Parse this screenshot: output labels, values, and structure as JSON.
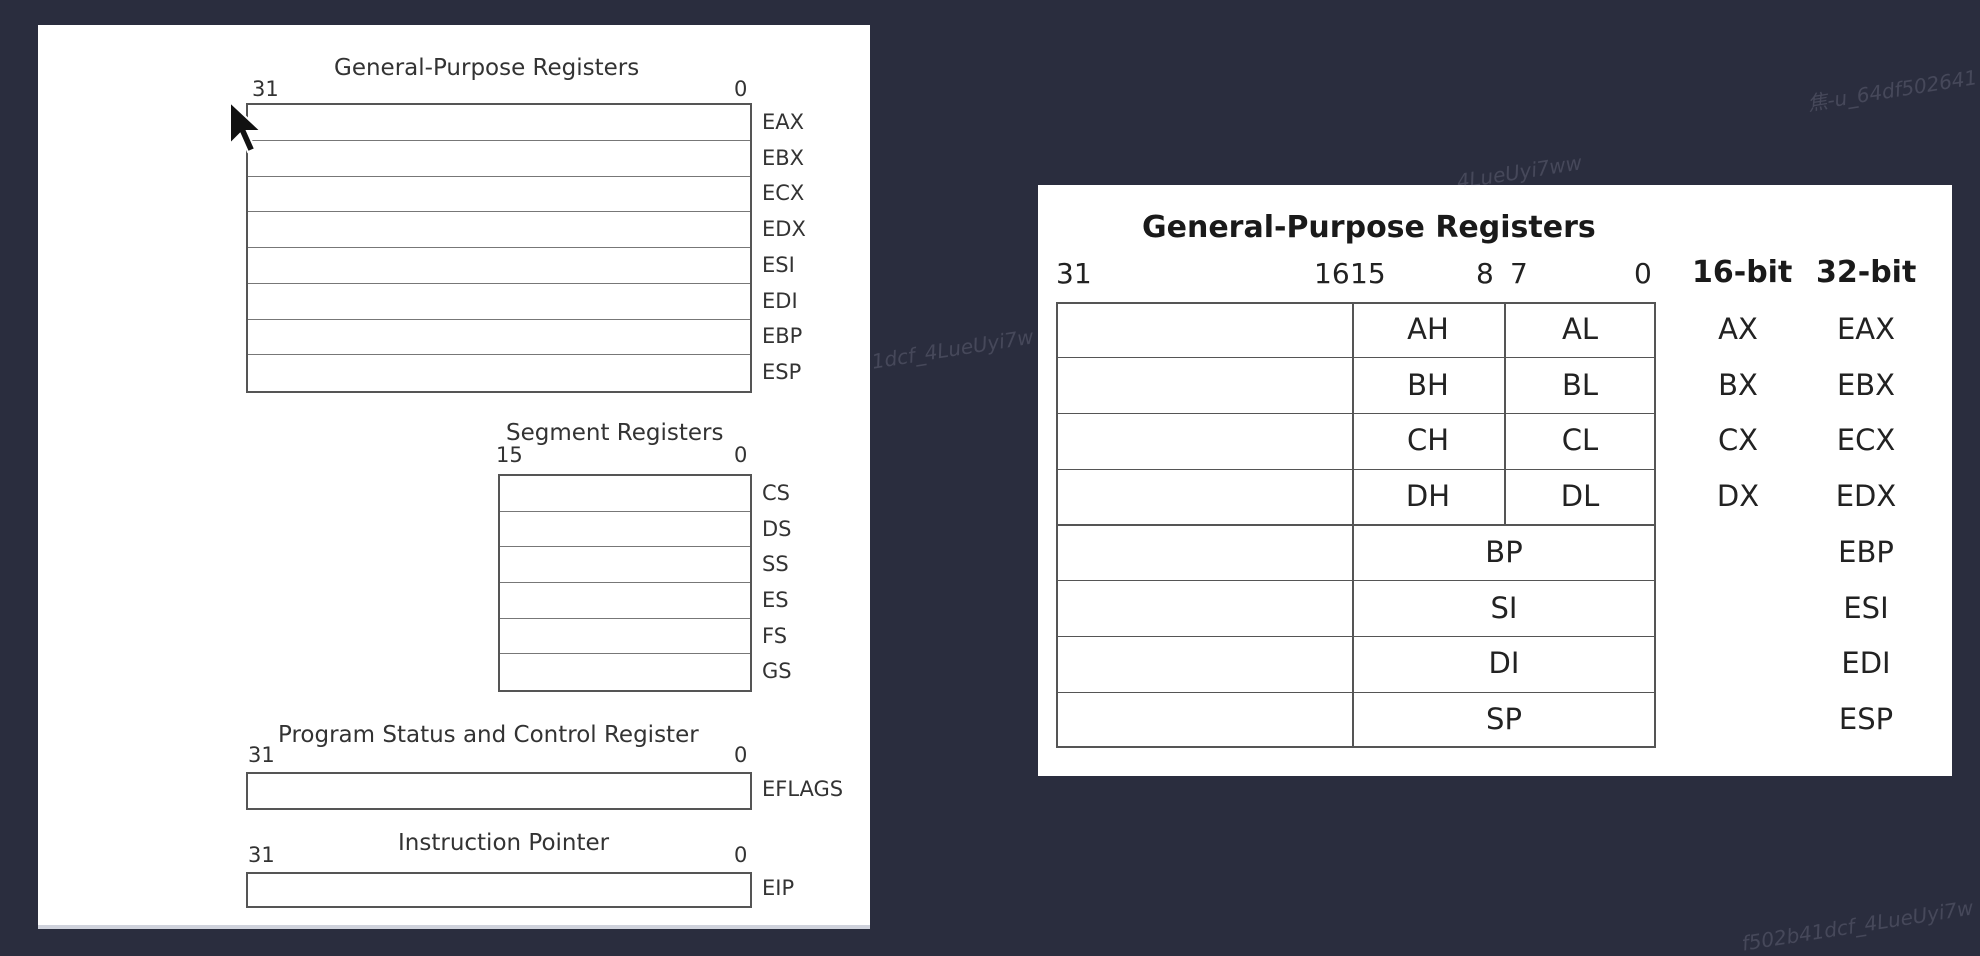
{
  "left": {
    "gp": {
      "title": "General-Purpose Registers",
      "bit_hi": "31",
      "bit_lo": "0",
      "registers": [
        "EAX",
        "EBX",
        "ECX",
        "EDX",
        "ESI",
        "EDI",
        "EBP",
        "ESP"
      ]
    },
    "seg": {
      "title": "Segment Registers",
      "bit_hi": "15",
      "bit_lo": "0",
      "registers": [
        "CS",
        "DS",
        "SS",
        "ES",
        "FS",
        "GS"
      ]
    },
    "flags": {
      "title": "Program Status and Control Register",
      "bit_hi": "31",
      "bit_lo": "0",
      "register": "EFLAGS"
    },
    "ip": {
      "title": "Instruction Pointer",
      "bit_hi": "31",
      "bit_lo": "0",
      "register": "EIP"
    }
  },
  "right": {
    "title": "General-Purpose Registers",
    "bits": [
      "31",
      "16",
      "15",
      "8",
      "7",
      "0"
    ],
    "col16": "16-bit",
    "col32": "32-bit",
    "split_rows": [
      {
        "hi": "AH",
        "lo": "AL",
        "r16": "AX",
        "r32": "EAX"
      },
      {
        "hi": "BH",
        "lo": "BL",
        "r16": "BX",
        "r32": "EBX"
      },
      {
        "hi": "CH",
        "lo": "CL",
        "r16": "CX",
        "r32": "ECX"
      },
      {
        "hi": "DH",
        "lo": "DL",
        "r16": "DX",
        "r32": "EDX"
      }
    ],
    "full_rows": [
      {
        "r16": "BP",
        "r32": "EBP"
      },
      {
        "r16": "SI",
        "r32": "ESI"
      },
      {
        "r16": "DI",
        "r32": "EDI"
      },
      {
        "r16": "SP",
        "r32": "ESP"
      }
    ]
  }
}
